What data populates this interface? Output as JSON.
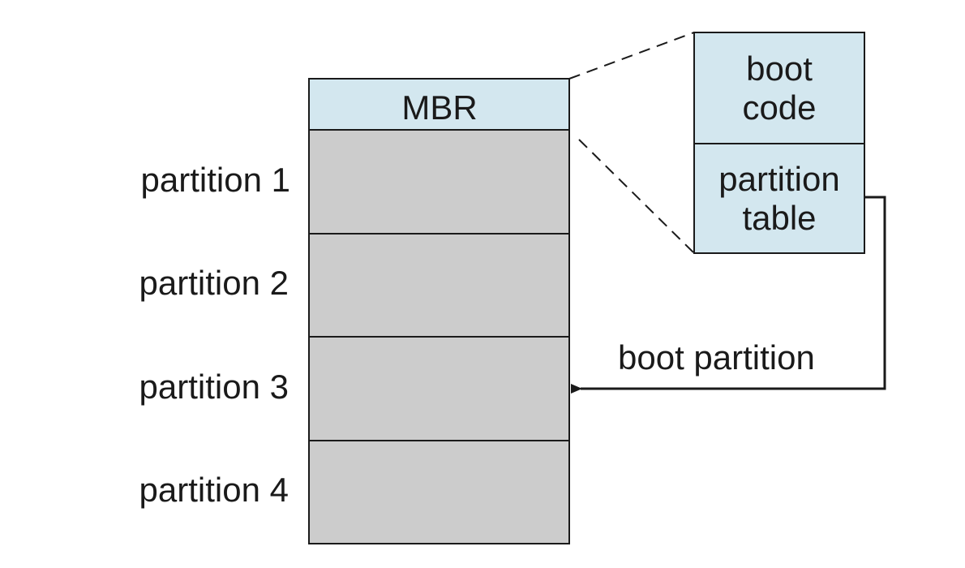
{
  "diagram": {
    "mbr_label": "MBR",
    "partitions": [
      {
        "label": "partition 1"
      },
      {
        "label": "partition 2"
      },
      {
        "label": "partition 3"
      },
      {
        "label": "partition 4"
      }
    ],
    "mbr_detail": {
      "boot_code_label": "boot\ncode",
      "partition_table_label": "partition\ntable"
    },
    "boot_partition_label": "boot partition",
    "colors": {
      "mbr_fill": "#d3e7ef",
      "partition_fill": "#cccccc",
      "stroke": "#1a1a1a"
    }
  }
}
